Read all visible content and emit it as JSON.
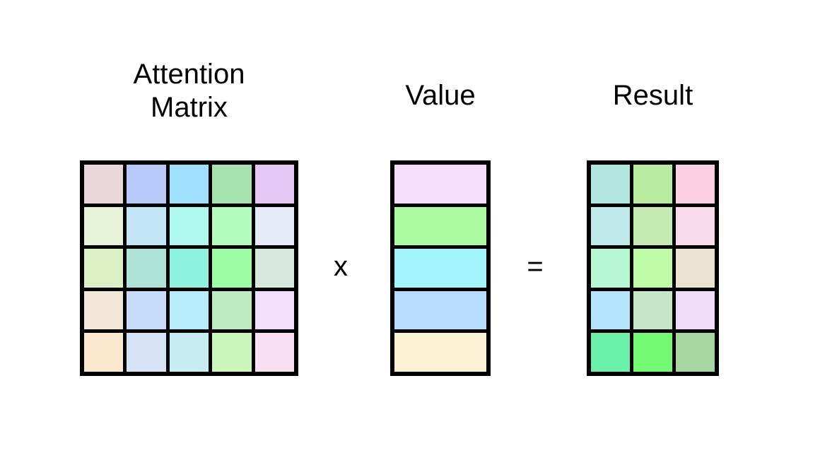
{
  "diagram": {
    "background_color": "#ffffff",
    "grid_line_color": "#000000",
    "titles": {
      "attention_line1": "Attention",
      "attention_line2": "Matrix",
      "value": "Value",
      "result": "Result"
    },
    "operators": {
      "multiply": "x",
      "equals": "="
    },
    "attention_matrix": {
      "rows": 5,
      "cols": 5,
      "cell_colors": [
        [
          "#ead7db",
          "#b7c9f8",
          "#9fdefc",
          "#a6e3b0",
          "#e4c7f5"
        ],
        [
          "#e7f2d7",
          "#c2e6f6",
          "#aef8f0",
          "#b4fcbe",
          "#e6e9f8"
        ],
        [
          "#dcf0c6",
          "#aee4d8",
          "#8df3dc",
          "#9efca6",
          "#d7e8de"
        ],
        [
          "#f2e6d9",
          "#c7dcf8",
          "#b9ecfa",
          "#bfe9c1",
          "#f0defb"
        ],
        [
          "#fce8cf",
          "#d6e3f4",
          "#c6eef2",
          "#caf6bc",
          "#fadff3"
        ]
      ]
    },
    "value_vector": {
      "rows": 5,
      "cols": 1,
      "cell_colors": [
        [
          "#f6dcfb"
        ],
        [
          "#aafba0"
        ],
        [
          "#a0f4fc"
        ],
        [
          "#b8ddfc"
        ],
        [
          "#fcf0d4"
        ]
      ]
    },
    "result_matrix": {
      "rows": 5,
      "cols": 3,
      "cell_colors": [
        [
          "#b2e6de",
          "#b9ec9f",
          "#f8d0e2"
        ],
        [
          "#c0e9e9",
          "#c4ecb2",
          "#f8dbeb"
        ],
        [
          "#b6f8d6",
          "#c0fca5",
          "#eae3d1"
        ],
        [
          "#b4e4fa",
          "#c7e6c7",
          "#eddcfa"
        ],
        [
          "#6af0a8",
          "#72fa72",
          "#a6d7a1"
        ]
      ]
    }
  }
}
